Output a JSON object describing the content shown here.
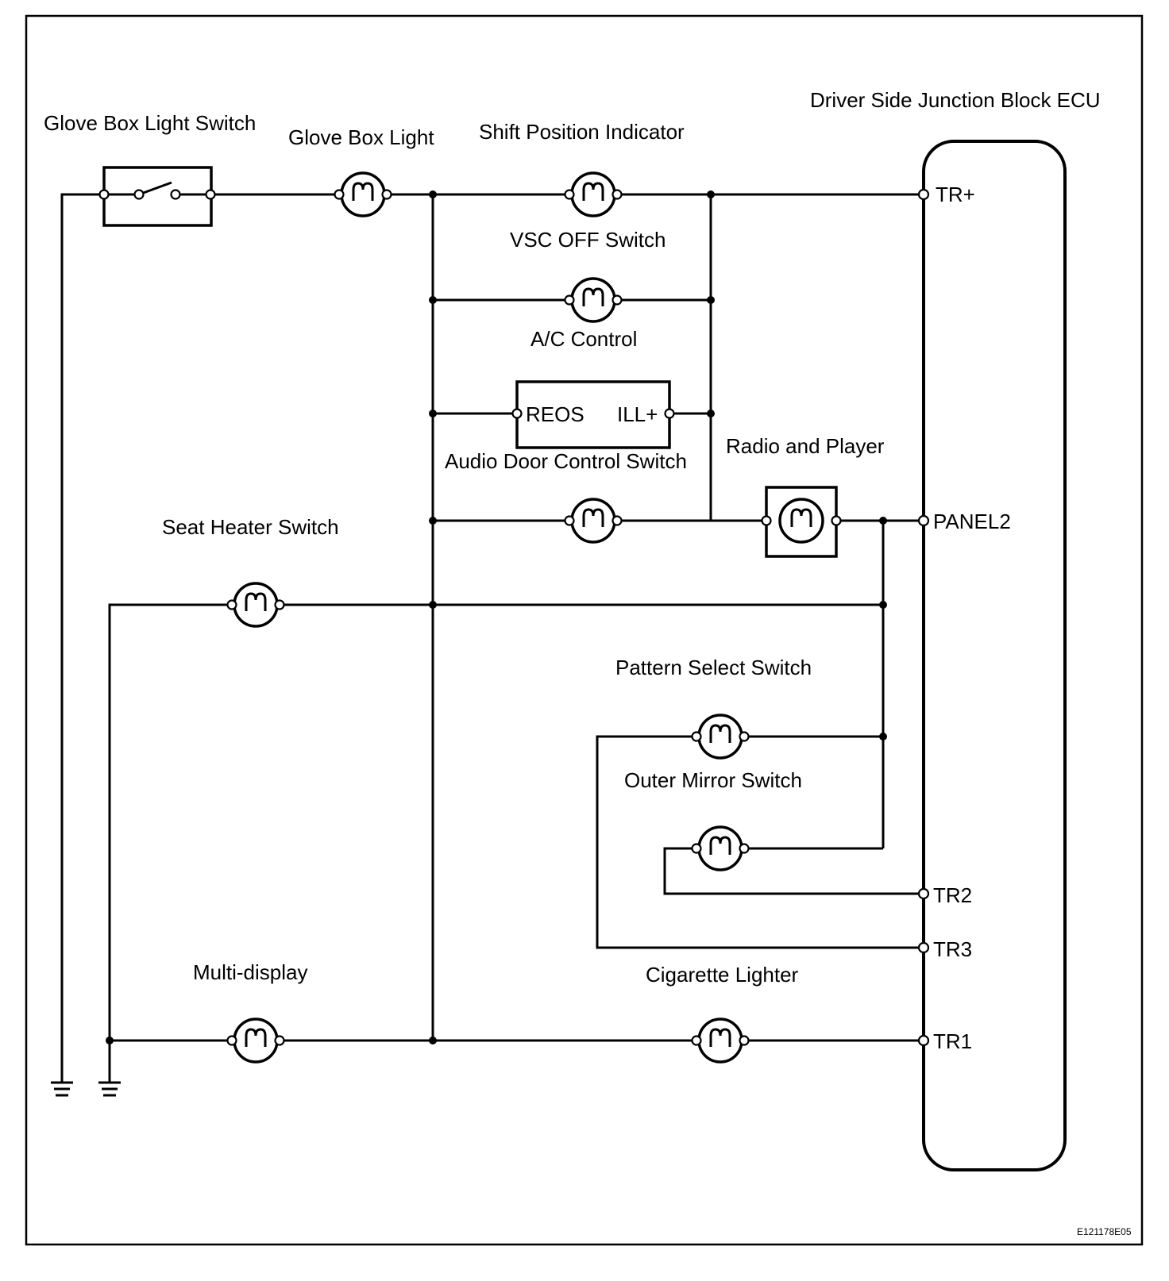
{
  "labels": {
    "ecu": "Driver Side Junction Block ECU",
    "glove_box_light_switch": "Glove Box Light Switch",
    "glove_box_light": "Glove Box Light",
    "shift_position_indicator": "Shift Position Indicator",
    "vsc_off_switch": "VSC OFF Switch",
    "ac_control": "A/C Control",
    "audio_door_control_switch": "Audio Door Control Switch",
    "radio_and_player": "Radio and Player",
    "seat_heater_switch": "Seat Heater Switch",
    "pattern_select_switch": "Pattern Select Switch",
    "outer_mirror_switch": "Outer Mirror Switch",
    "multi_display": "Multi-display",
    "cigarette_lighter": "Cigarette Lighter"
  },
  "terminals": {
    "tr_plus": "TR+",
    "panel2": "PANEL2",
    "tr2": "TR2",
    "tr3": "TR3",
    "tr1": "TR1"
  },
  "audio_pins": {
    "reos": "REOS",
    "ill_plus": "ILL+"
  },
  "code": "E121178E05",
  "colors": {
    "line": "#000000",
    "background": "#ffffff"
  }
}
